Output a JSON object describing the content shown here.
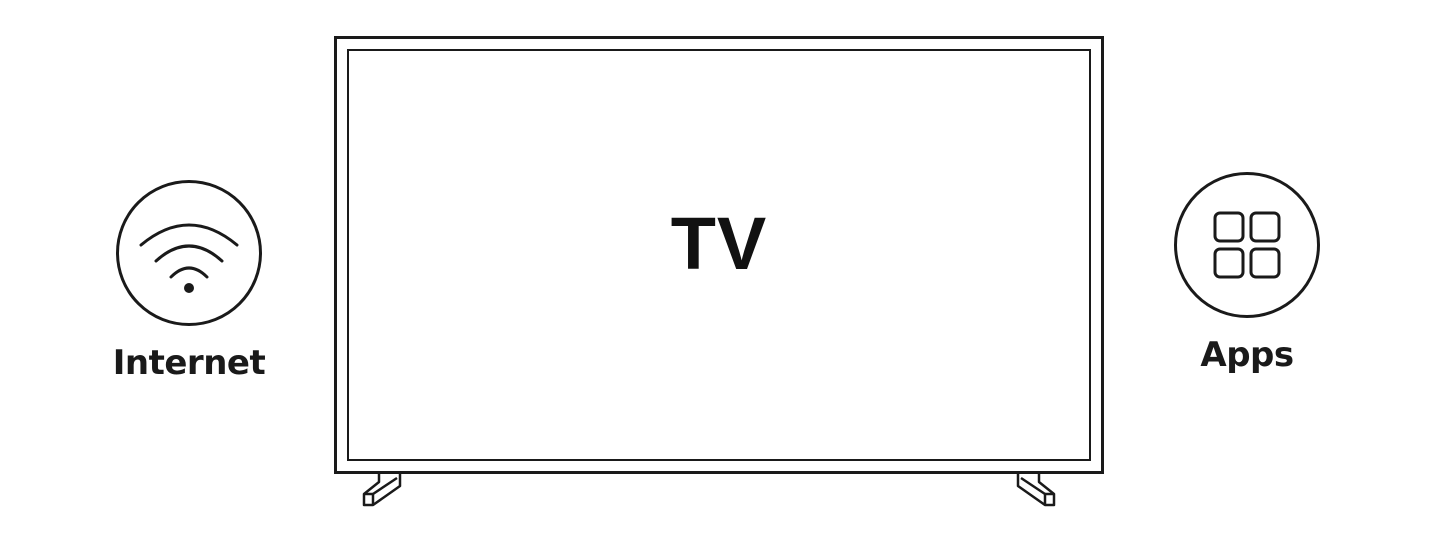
{
  "tv": {
    "label": "TV"
  },
  "features": {
    "internet": {
      "label": "Internet",
      "icon": "wifi-icon"
    },
    "apps": {
      "label": "Apps",
      "icon": "apps-grid-icon"
    }
  },
  "colors": {
    "line": "#1a1a1a",
    "background": "#ffffff"
  }
}
